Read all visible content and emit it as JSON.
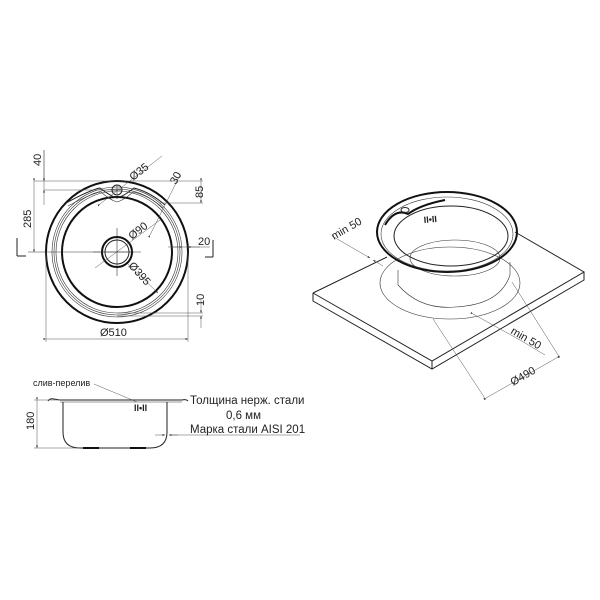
{
  "top_view": {
    "dims": {
      "d35": "Ø35",
      "d30": "30",
      "d85": "85",
      "d40": "40",
      "d285": "285",
      "d90": "Ø90",
      "d395": "Ø395",
      "d20": "20",
      "d10": "10",
      "d510": "Ø510"
    }
  },
  "side_view": {
    "overflow_label": "слив-перелив",
    "height_dim": "180",
    "overflow_mark": "II•II"
  },
  "notes": {
    "line1": "Толщина нерж. стали",
    "line2": "0,6 мм",
    "line3": "Марка стали AISI 201"
  },
  "iso_view": {
    "min_left": "min 50",
    "min_right": "min 50",
    "cutout_dim": "Ø490",
    "overflow_mark": "II•II"
  },
  "colors": {
    "line": "#222222",
    "background": "#ffffff"
  }
}
